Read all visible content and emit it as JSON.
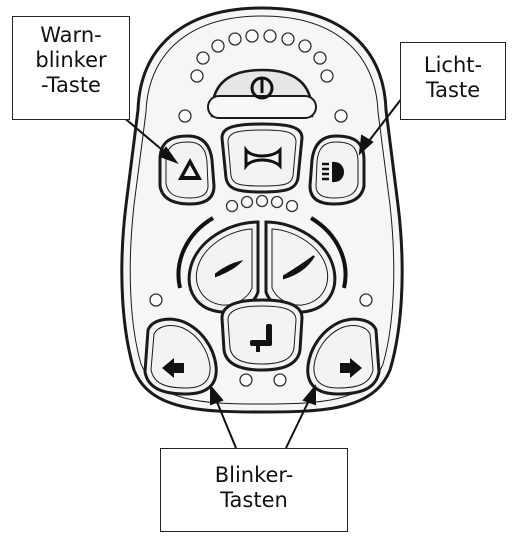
{
  "callouts": {
    "hazard": {
      "lines": [
        "Warn-",
        "blinker",
        "-Taste"
      ]
    },
    "light": {
      "lines": [
        "Licht-",
        "Taste"
      ]
    },
    "indicators": {
      "lines": [
        "Blinker-",
        "Tasten"
      ]
    }
  },
  "icons": {
    "power": "power-icon",
    "horn": "horn-icon",
    "hazard": "hazard-triangle-icon",
    "light": "headlight-icon",
    "speed_down": "speed-decrease-icon",
    "speed_up": "speed-increase-icon",
    "seat": "seat-icon",
    "left": "arrow-left-icon",
    "right": "arrow-right-icon"
  },
  "colors": {
    "stroke": "#1a1a1a",
    "panel": "#f4f4f4",
    "led_fill": "#fafafa"
  }
}
